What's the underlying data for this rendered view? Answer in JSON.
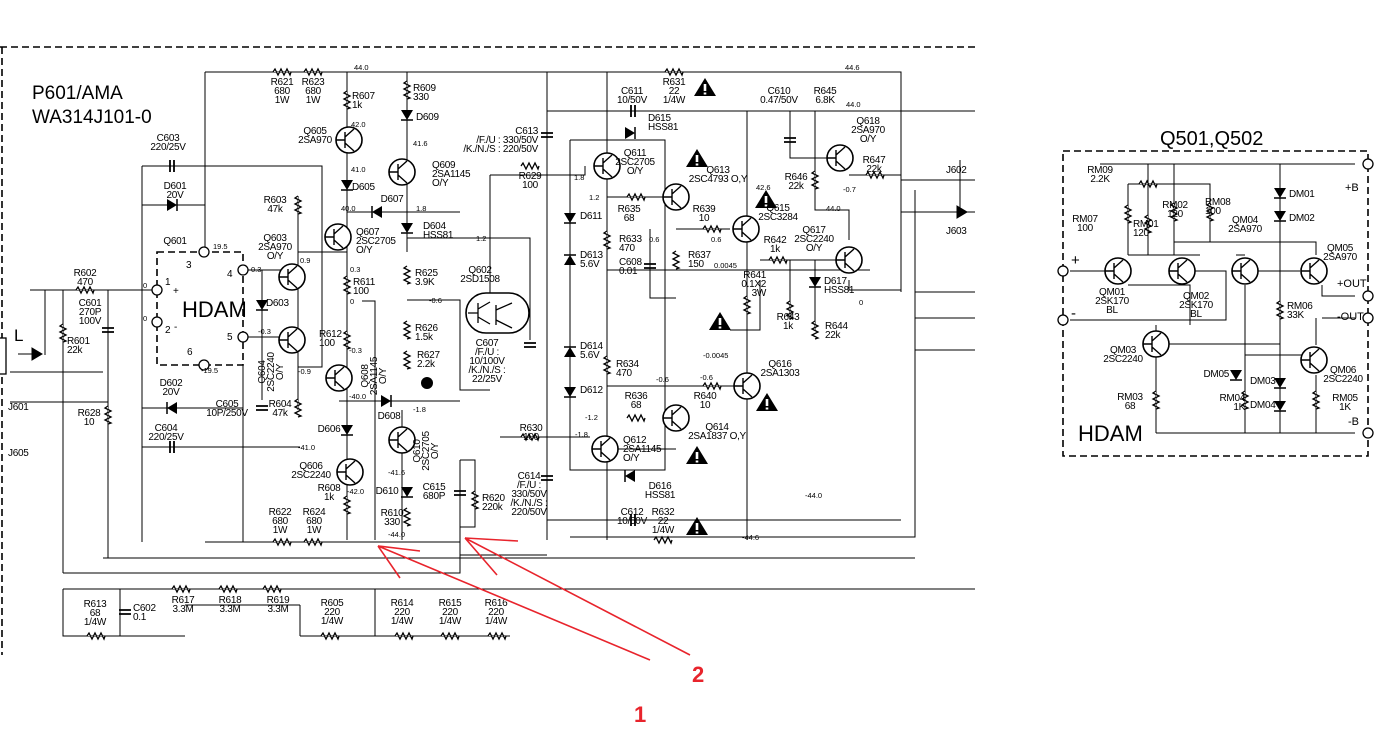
{
  "board": {
    "title": "P601/AMA",
    "part_number": "WA314J101-0"
  },
  "hdam_module": {
    "title": "Q501,Q502",
    "name": "HDAM",
    "pins": {
      "plus_b": "+B",
      "minus_b": "-B",
      "plus_out": "+OUT",
      "minus_out": "-OUT",
      "in_plus": "+",
      "in_minus": "-"
    }
  },
  "hdam_main": {
    "name": "HDAM",
    "pins": [
      "1",
      "2",
      "3",
      "4",
      "5",
      "6"
    ],
    "in_plus": "+",
    "in_minus": "-"
  },
  "connectors": {
    "L": "L",
    "J601": "J601",
    "J605": "J605",
    "J602": "J602",
    "J603": "J603"
  },
  "parts": {
    "R621": [
      "R621",
      "680",
      "1W"
    ],
    "R623": [
      "R623",
      "680",
      "1W"
    ],
    "R607": [
      "R607",
      "1k"
    ],
    "R609": [
      "R609",
      "330"
    ],
    "D609": [
      "D609"
    ],
    "Q605": [
      "Q605",
      "2SA970"
    ],
    "Q609": [
      "Q609",
      "2SA1145",
      "O/Y"
    ],
    "C603": [
      "C603",
      "220/25V"
    ],
    "D601": [
      "D601",
      "20V"
    ],
    "D605": [
      "D605"
    ],
    "D607": [
      "D607"
    ],
    "D604": [
      "D604",
      "HSS81"
    ],
    "R603": [
      "R603",
      "47k"
    ],
    "Q607": [
      "Q607",
      "2SC2705",
      "O/Y"
    ],
    "Q601": [
      "Q601"
    ],
    "Q603": [
      "Q603",
      "2SA970",
      "O/Y"
    ],
    "R625": [
      "R625",
      "3.9K"
    ],
    "R602": [
      "R602",
      "470"
    ],
    "D603": [
      "D603"
    ],
    "R611": [
      "R611",
      "100"
    ],
    "C601": [
      "C601",
      "270P",
      "100V"
    ],
    "R601": [
      "R601",
      "22k"
    ],
    "R612": [
      "R612",
      "100"
    ],
    "R626": [
      "R626",
      "1.5k"
    ],
    "R627": [
      "R627",
      "2.2k"
    ],
    "C607": [
      "C607",
      "/F./U :",
      "10/100V",
      "/K./N./S :",
      "22/25V"
    ],
    "D602": [
      "D602",
      "20V"
    ],
    "R628": [
      "R628",
      "10"
    ],
    "C605": [
      "C605",
      "10P/250V"
    ],
    "R604": [
      "R604",
      "47k"
    ],
    "D608": [
      "D608"
    ],
    "R630": [
      "R630",
      "100"
    ],
    "D606": [
      "D606"
    ],
    "C604": [
      "C604",
      "220/25V"
    ],
    "Q606": [
      "Q606",
      "2SC2240"
    ],
    "C614": [
      "C614",
      "/F./U :",
      "330/50V",
      "/K./N./S :",
      "220/50V"
    ],
    "R608": [
      "R608",
      "1k"
    ],
    "D610": [
      "D610"
    ],
    "C615": [
      "C615",
      "680P"
    ],
    "R620": [
      "R620",
      "220k"
    ],
    "R610": [
      "R610",
      "330"
    ],
    "R622": [
      "R622",
      "680",
      "1W"
    ],
    "R624": [
      "R624",
      "680",
      "1W"
    ],
    "R613": [
      "R613",
      "68",
      "1/4W"
    ],
    "C602": [
      "C602",
      "0.1"
    ],
    "R617": [
      "R617",
      "3.3M"
    ],
    "R618": [
      "R618",
      "3.3M"
    ],
    "R619": [
      "R619",
      "3.3M"
    ],
    "R605": [
      "R605",
      "220",
      "1/4W"
    ],
    "R614": [
      "R614",
      "220",
      "1/4W"
    ],
    "R615": [
      "R615",
      "220",
      "1/4W"
    ],
    "R616": [
      "R616",
      "220",
      "1/4W"
    ],
    "R631": [
      "R631",
      "22",
      "1/4W"
    ],
    "C611": [
      "C611",
      "10/50V"
    ],
    "C610": [
      "C610",
      "0.47/50V"
    ],
    "R645": [
      "R645",
      "6.8K"
    ],
    "D615": [
      "D615",
      "HSS81"
    ],
    "C613": [
      "C613",
      "/F./U : 330/50V",
      "/K./N./S : 220/50V"
    ],
    "Q618": [
      "Q618",
      "2SA970",
      "O/Y"
    ],
    "Q611": [
      "Q611",
      "2SC2705",
      "O/Y"
    ],
    "R647": [
      "R647",
      "22k"
    ],
    "Q613": [
      "Q613",
      "2SC4793 O,Y"
    ],
    "R629": [
      "R629",
      "100"
    ],
    "R646": [
      "R646",
      "22k"
    ],
    "D611": [
      "D611"
    ],
    "R635": [
      "R635",
      "68"
    ],
    "R639": [
      "R639",
      "10"
    ],
    "Q615": [
      "Q615",
      "2SC3284"
    ],
    "R633": [
      "R633",
      "470"
    ],
    "Q617": [
      "Q617",
      "2SC2240",
      "O/Y"
    ],
    "R642": [
      "R642",
      "1k"
    ],
    "D613": [
      "D613",
      "5.6V"
    ],
    "C608": [
      "C608",
      "0.01"
    ],
    "R637": [
      "R637",
      "150"
    ],
    "R641": [
      "R641",
      "0.1X2",
      "3W"
    ],
    "D617": [
      "D617",
      "HSS81"
    ],
    "Q602": [
      "Q602",
      "2SD1508"
    ],
    "R643": [
      "R643",
      "1k"
    ],
    "R644": [
      "R644",
      "22k"
    ],
    "D614": [
      "D614",
      "5.6V"
    ],
    "R634": [
      "R634",
      "470"
    ],
    "Q616": [
      "Q616",
      "2SA1303"
    ],
    "D612": [
      "D612"
    ],
    "R636": [
      "R636",
      "68"
    ],
    "R640": [
      "R640",
      "10"
    ],
    "Q614": [
      "Q614",
      "2SA1837 O,Y"
    ],
    "Q612": [
      "Q612",
      "2SA1145",
      "O/Y"
    ],
    "D616": [
      "D616",
      "HSS81"
    ],
    "C612": [
      "C612",
      "10/50V"
    ],
    "R632": [
      "R632",
      "22",
      "1/4W"
    ],
    "Q604": [
      "Q604",
      "2SC2240",
      "O/Y"
    ],
    "Q608": [
      "Q608",
      "2SA1145",
      "O/Y"
    ],
    "Q610": [
      "Q610",
      "2SC2705",
      "O/Y"
    ],
    "RM09": [
      "RM09",
      "2.2K"
    ],
    "DM01": [
      "DM01"
    ],
    "DM02": [
      "DM02"
    ],
    "RM02": [
      "RM02",
      "120"
    ],
    "RM08": [
      "RM08",
      "100"
    ],
    "RM07": [
      "RM07",
      "100"
    ],
    "RM01": [
      "RM01",
      "120"
    ],
    "QM04": [
      "QM04",
      "2SA970"
    ],
    "QM05": [
      "QM05",
      "2SA970"
    ],
    "QM01": [
      "QM01",
      "2SK170",
      "BL"
    ],
    "QM02": [
      "QM02",
      "2SK170",
      "BL"
    ],
    "RM06": [
      "RM06",
      "33K"
    ],
    "QM03": [
      "QM03",
      "2SC2240"
    ],
    "QM06": [
      "QM06",
      "2SC2240"
    ],
    "DM05": [
      "DM05"
    ],
    "DM03": [
      "DM03"
    ],
    "RM03": [
      "RM03",
      "68"
    ],
    "RM04": [
      "RM04",
      "1K"
    ],
    "DM04": [
      "DM04"
    ],
    "RM05": [
      "RM05",
      "1K"
    ]
  },
  "voltages": [
    "44.0",
    "42.0",
    "41.6",
    "41.0",
    "40.0",
    "1.8",
    "19.5",
    "0.9",
    "0.3",
    "0.3",
    "0",
    "0",
    "-0.6",
    "0",
    "-0.3",
    "-19.5",
    "-0.3",
    "-0.9",
    "-40.0",
    "-1.8",
    "-41.0",
    "-41.6",
    "-42.0",
    "-44.0",
    "44.6",
    "44.0",
    "1.8",
    "1.2",
    "42.6",
    "-0.7",
    "44.0",
    "1.2",
    "0.6",
    "0.6",
    "0.0045",
    "0",
    "-0.0045",
    "-0.6",
    "-0.6",
    "-1.2",
    "-1.8",
    "-44.0",
    "-44.6"
  ],
  "annotations": {
    "arrow_1": "1",
    "arrow_2": "2",
    "annotation_color": "#e8242c"
  },
  "warning_icon": "warning-triangle-icon"
}
